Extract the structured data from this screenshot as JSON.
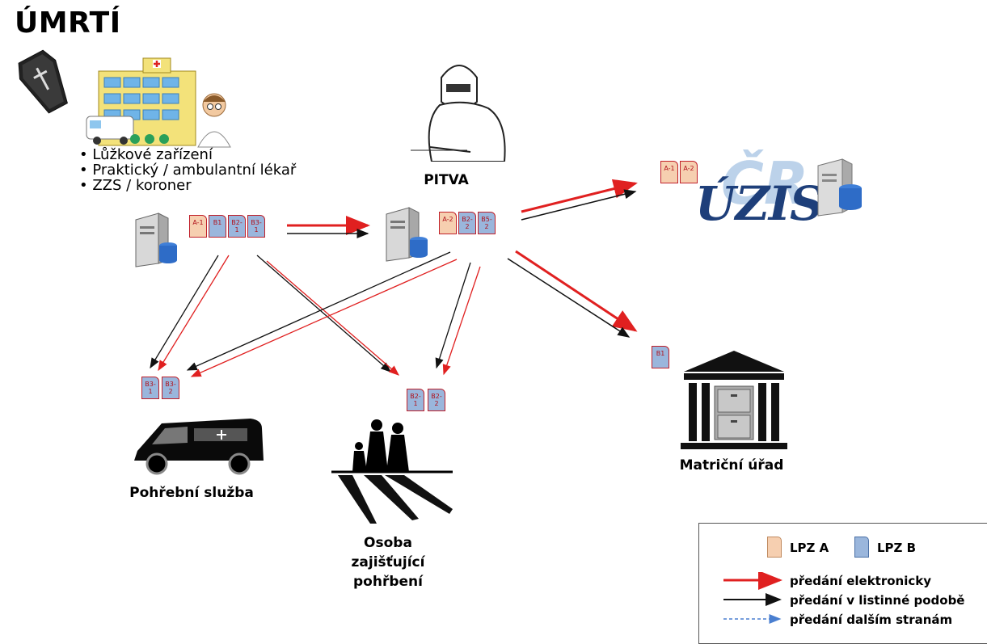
{
  "title": "ÚMRTÍ",
  "sources": [
    "Lůžkové zařízení",
    "Praktický / ambulantní lékař",
    "ZZS / koroner"
  ],
  "pitva_label": "PITVA",
  "uzis_label": "ÚZIS",
  "uzis_sub": "ČR",
  "docs": {
    "source": [
      "A-1",
      "B1",
      "B2-\n1",
      "B3-\n1"
    ],
    "pitva": [
      "A-2",
      "B2-\n2",
      "B5-\n2"
    ],
    "uzis": [
      "A-1",
      "A-2"
    ],
    "matrika": [
      "B1"
    ],
    "pohrebni": [
      "B3-\n1",
      "B3-\n2"
    ],
    "osoba": [
      "B2-\n1",
      "B2-\n2"
    ]
  },
  "pohrebni_label": "Pohřební služba",
  "osoba_label": "Osoba\nzajišťující\npohřbení",
  "matrika_label": "Matriční úřad",
  "legend": {
    "lpz_a": "LPZ A",
    "lpz_b": "LPZ B",
    "electronic": "předání elektronicky",
    "paper": "předání v listinné podobě",
    "others": "předání dalším stranám"
  },
  "colors": {
    "electronic": "#e02020",
    "paper": "#111111",
    "others": "#4a7fd0",
    "lpz_a": "#f6cfb0",
    "lpz_b": "#9ab6dc"
  }
}
